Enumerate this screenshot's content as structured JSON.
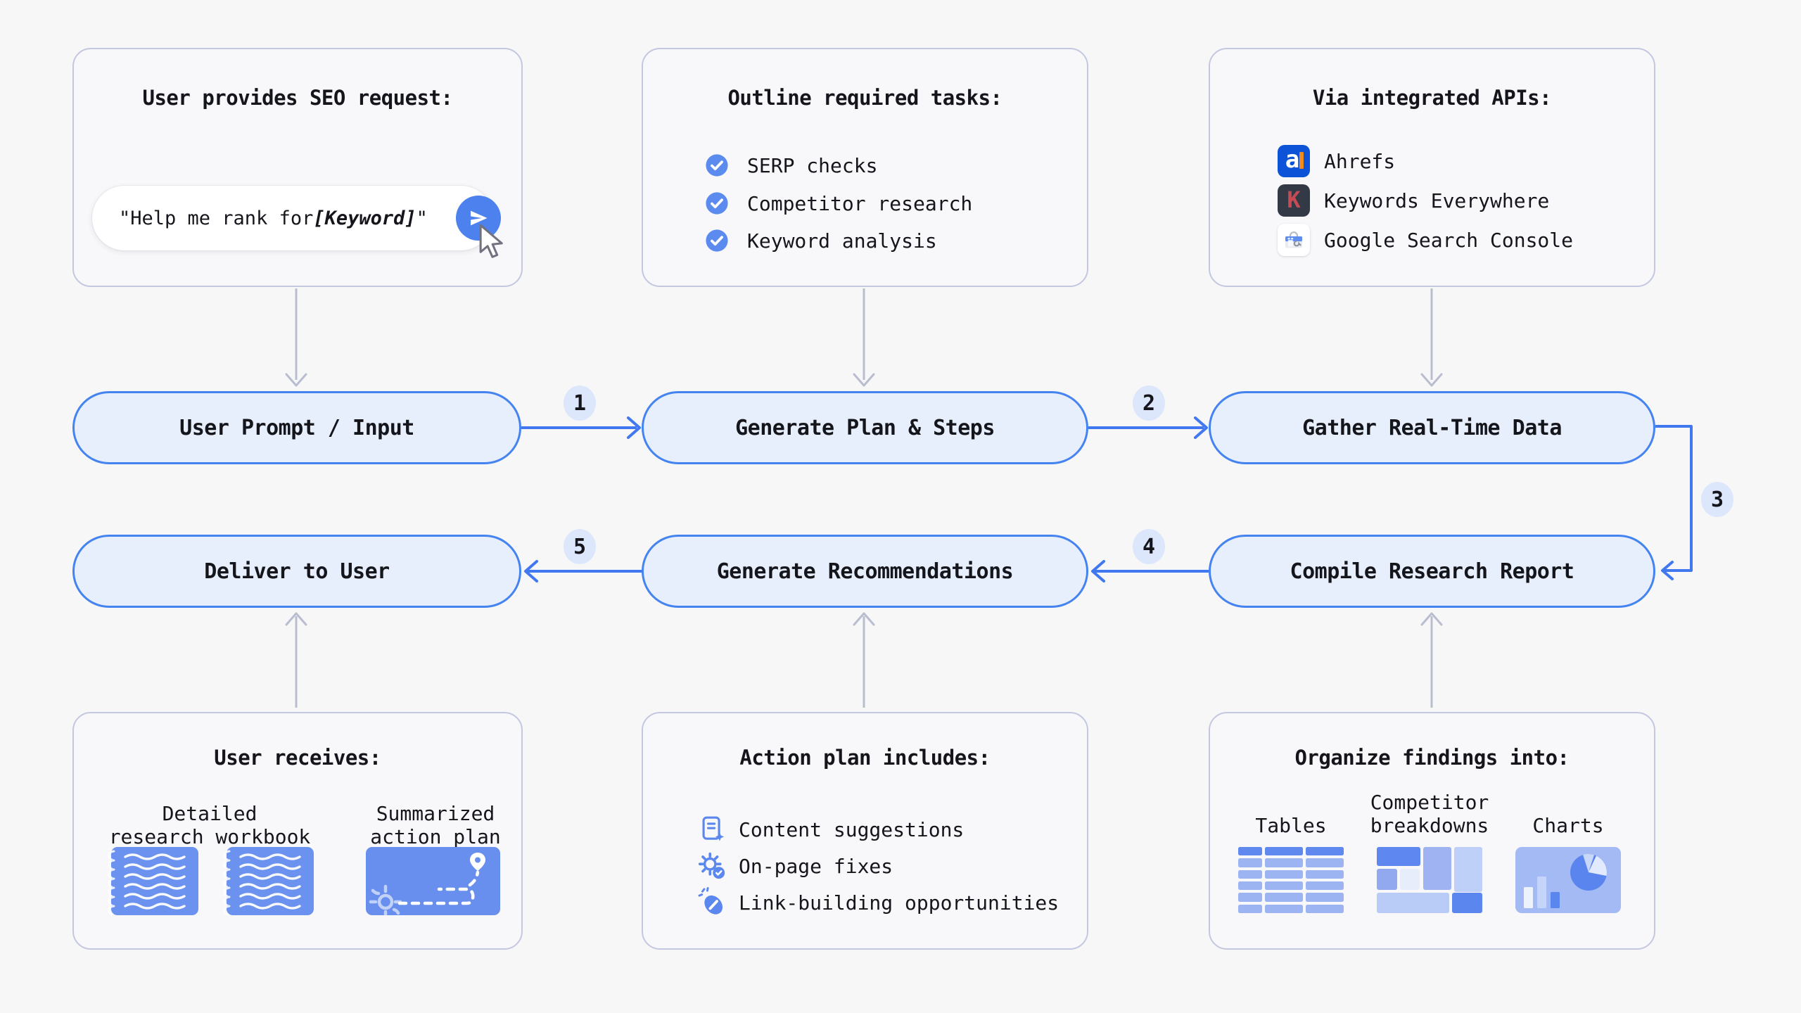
{
  "palette": {
    "page_bg": "#f7f7f8",
    "card_border": "#c3c7e0",
    "accent_blue": "#4584f0",
    "pill_fill": "#e8effc",
    "icon_blue": "#5b87ee",
    "badge_bg": "#dde7fb",
    "gray_arrow": "#b9bdd0",
    "ahrefs_blue": "#0d53d7",
    "ahrefs_orange": "#f28b1e",
    "kwe_dark": "#333a46",
    "kwe_red": "#c74b54"
  },
  "cards": {
    "request": {
      "title": "User provides SEO request:",
      "input": {
        "prefix": "\"Help me rank for ",
        "keyword": "[Keyword]",
        "suffix": "\""
      }
    },
    "tasks": {
      "title": "Outline required tasks:",
      "items": [
        "SERP checks",
        "Competitor research",
        "Keyword analysis"
      ]
    },
    "apis": {
      "title": "Via integrated APIs:",
      "items": [
        {
          "name": "Ahrefs",
          "logo_letter": "a"
        },
        {
          "name": "Keywords Everywhere",
          "logo_letter": "K"
        },
        {
          "name": "Google Search Console"
        }
      ]
    },
    "receives": {
      "title": "User receives:",
      "labels": [
        "Detailed\nresearch workbook",
        "Summarized\naction plan"
      ]
    },
    "action_plan": {
      "title": "Action plan includes:",
      "items": [
        "Content suggestions",
        "On-page fixes",
        "Link-building opportunities"
      ]
    },
    "findings": {
      "title": "Organize findings into:",
      "labels": [
        "Tables",
        "Competitor\nbreakdowns",
        "Charts"
      ]
    }
  },
  "flow": {
    "nodes": [
      "User Prompt / Input",
      "Generate Plan & Steps",
      "Gather Real-Time Data",
      "Compile Research Report",
      "Generate Recommendations",
      "Deliver to User"
    ],
    "step_badges": [
      "1",
      "2",
      "3",
      "4",
      "5"
    ]
  }
}
